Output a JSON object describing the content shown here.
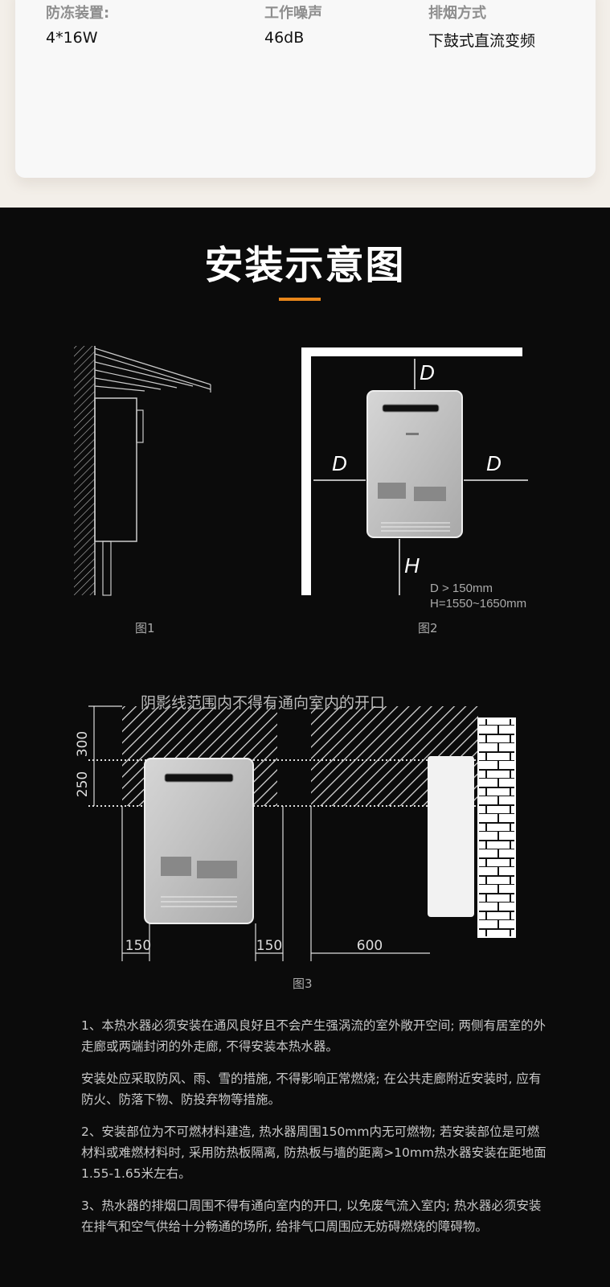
{
  "specs": [
    {
      "label": "防冻装置:",
      "value": "4*16W"
    },
    {
      "label": "工作噪声",
      "value": "46dB"
    },
    {
      "label": "排烟方式",
      "value": "下鼓式直流变频"
    }
  ],
  "section_title": "安装示意图",
  "accent_color": "#e8861a",
  "figures": {
    "fig1_caption": "图1",
    "fig2_caption": "图2",
    "fig2_d": "D",
    "fig2_h": "H",
    "fig2_note_d": "D > 150mm",
    "fig2_note_h": "H=1550~1650mm",
    "fig3_heading": "阴影线范围内不得有通向室内的开口",
    "fig3_dim_300": "300",
    "fig3_dim_250": "250",
    "fig3_dim_150_left": "150",
    "fig3_dim_150_right": "150",
    "fig3_dim_600": "600",
    "fig3_caption": "图3"
  },
  "notes": [
    "1、本热水器必须安装在通风良好且不会产生强涡流的室外敞开空间; 两侧有居室的外走廊或两端封闭的外走廊, 不得安装本热水器。",
    "安装处应采取防风、雨、雪的措施, 不得影响正常燃烧; 在公共走廊附近安装时, 应有防火、防落下物、防投弃物等措施。",
    "2、安装部位为不可燃材料建造, 热水器周围150mm内无可燃物; 若安装部位是可燃材料或难燃材料时, 采用防热板隔离, 防热板与墙的距离>10mm热水器安装在距地面1.55-1.65米左右。",
    "3、热水器的排烟口周围不得有通向室内的开口, 以免废气流入室内; 热水器必须安装在排气和空气供给十分畅通的场所, 给排气口周围应无妨碍燃烧的障碍物。"
  ]
}
